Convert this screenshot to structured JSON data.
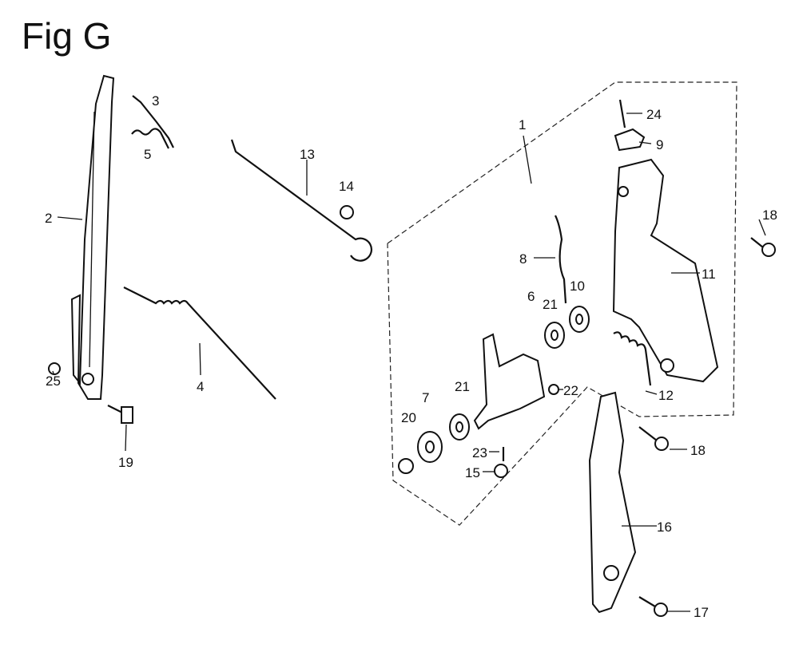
{
  "title": "Fig G",
  "callouts": [
    "1",
    "2",
    "3",
    "4",
    "5",
    "6",
    "7",
    "8",
    "9",
    "10",
    "11",
    "12",
    "13",
    "14",
    "15",
    "16",
    "17",
    "18",
    "18",
    "19",
    "20",
    "21",
    "21",
    "22",
    "23",
    "24",
    "25"
  ]
}
